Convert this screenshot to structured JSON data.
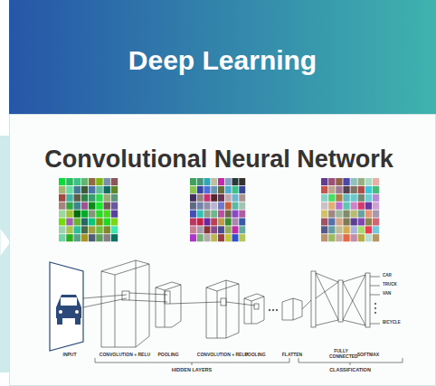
{
  "diagram": {
    "title": "Deep Learning",
    "labels": [
      "Convolutional Neural Network",
      "INPUT",
      "CONVOLUTION + RELU",
      "POOLING",
      "CONVOLUTION + RELU",
      "POOLING",
      "FLATTEN",
      "FULLY CONNECTED",
      "SOFTMAX",
      "CAR",
      "TRUCK",
      "VAN",
      "BICYCLE",
      "HIDDEN LAYERS",
      "CLASSIFICATION"
    ]
  }
}
